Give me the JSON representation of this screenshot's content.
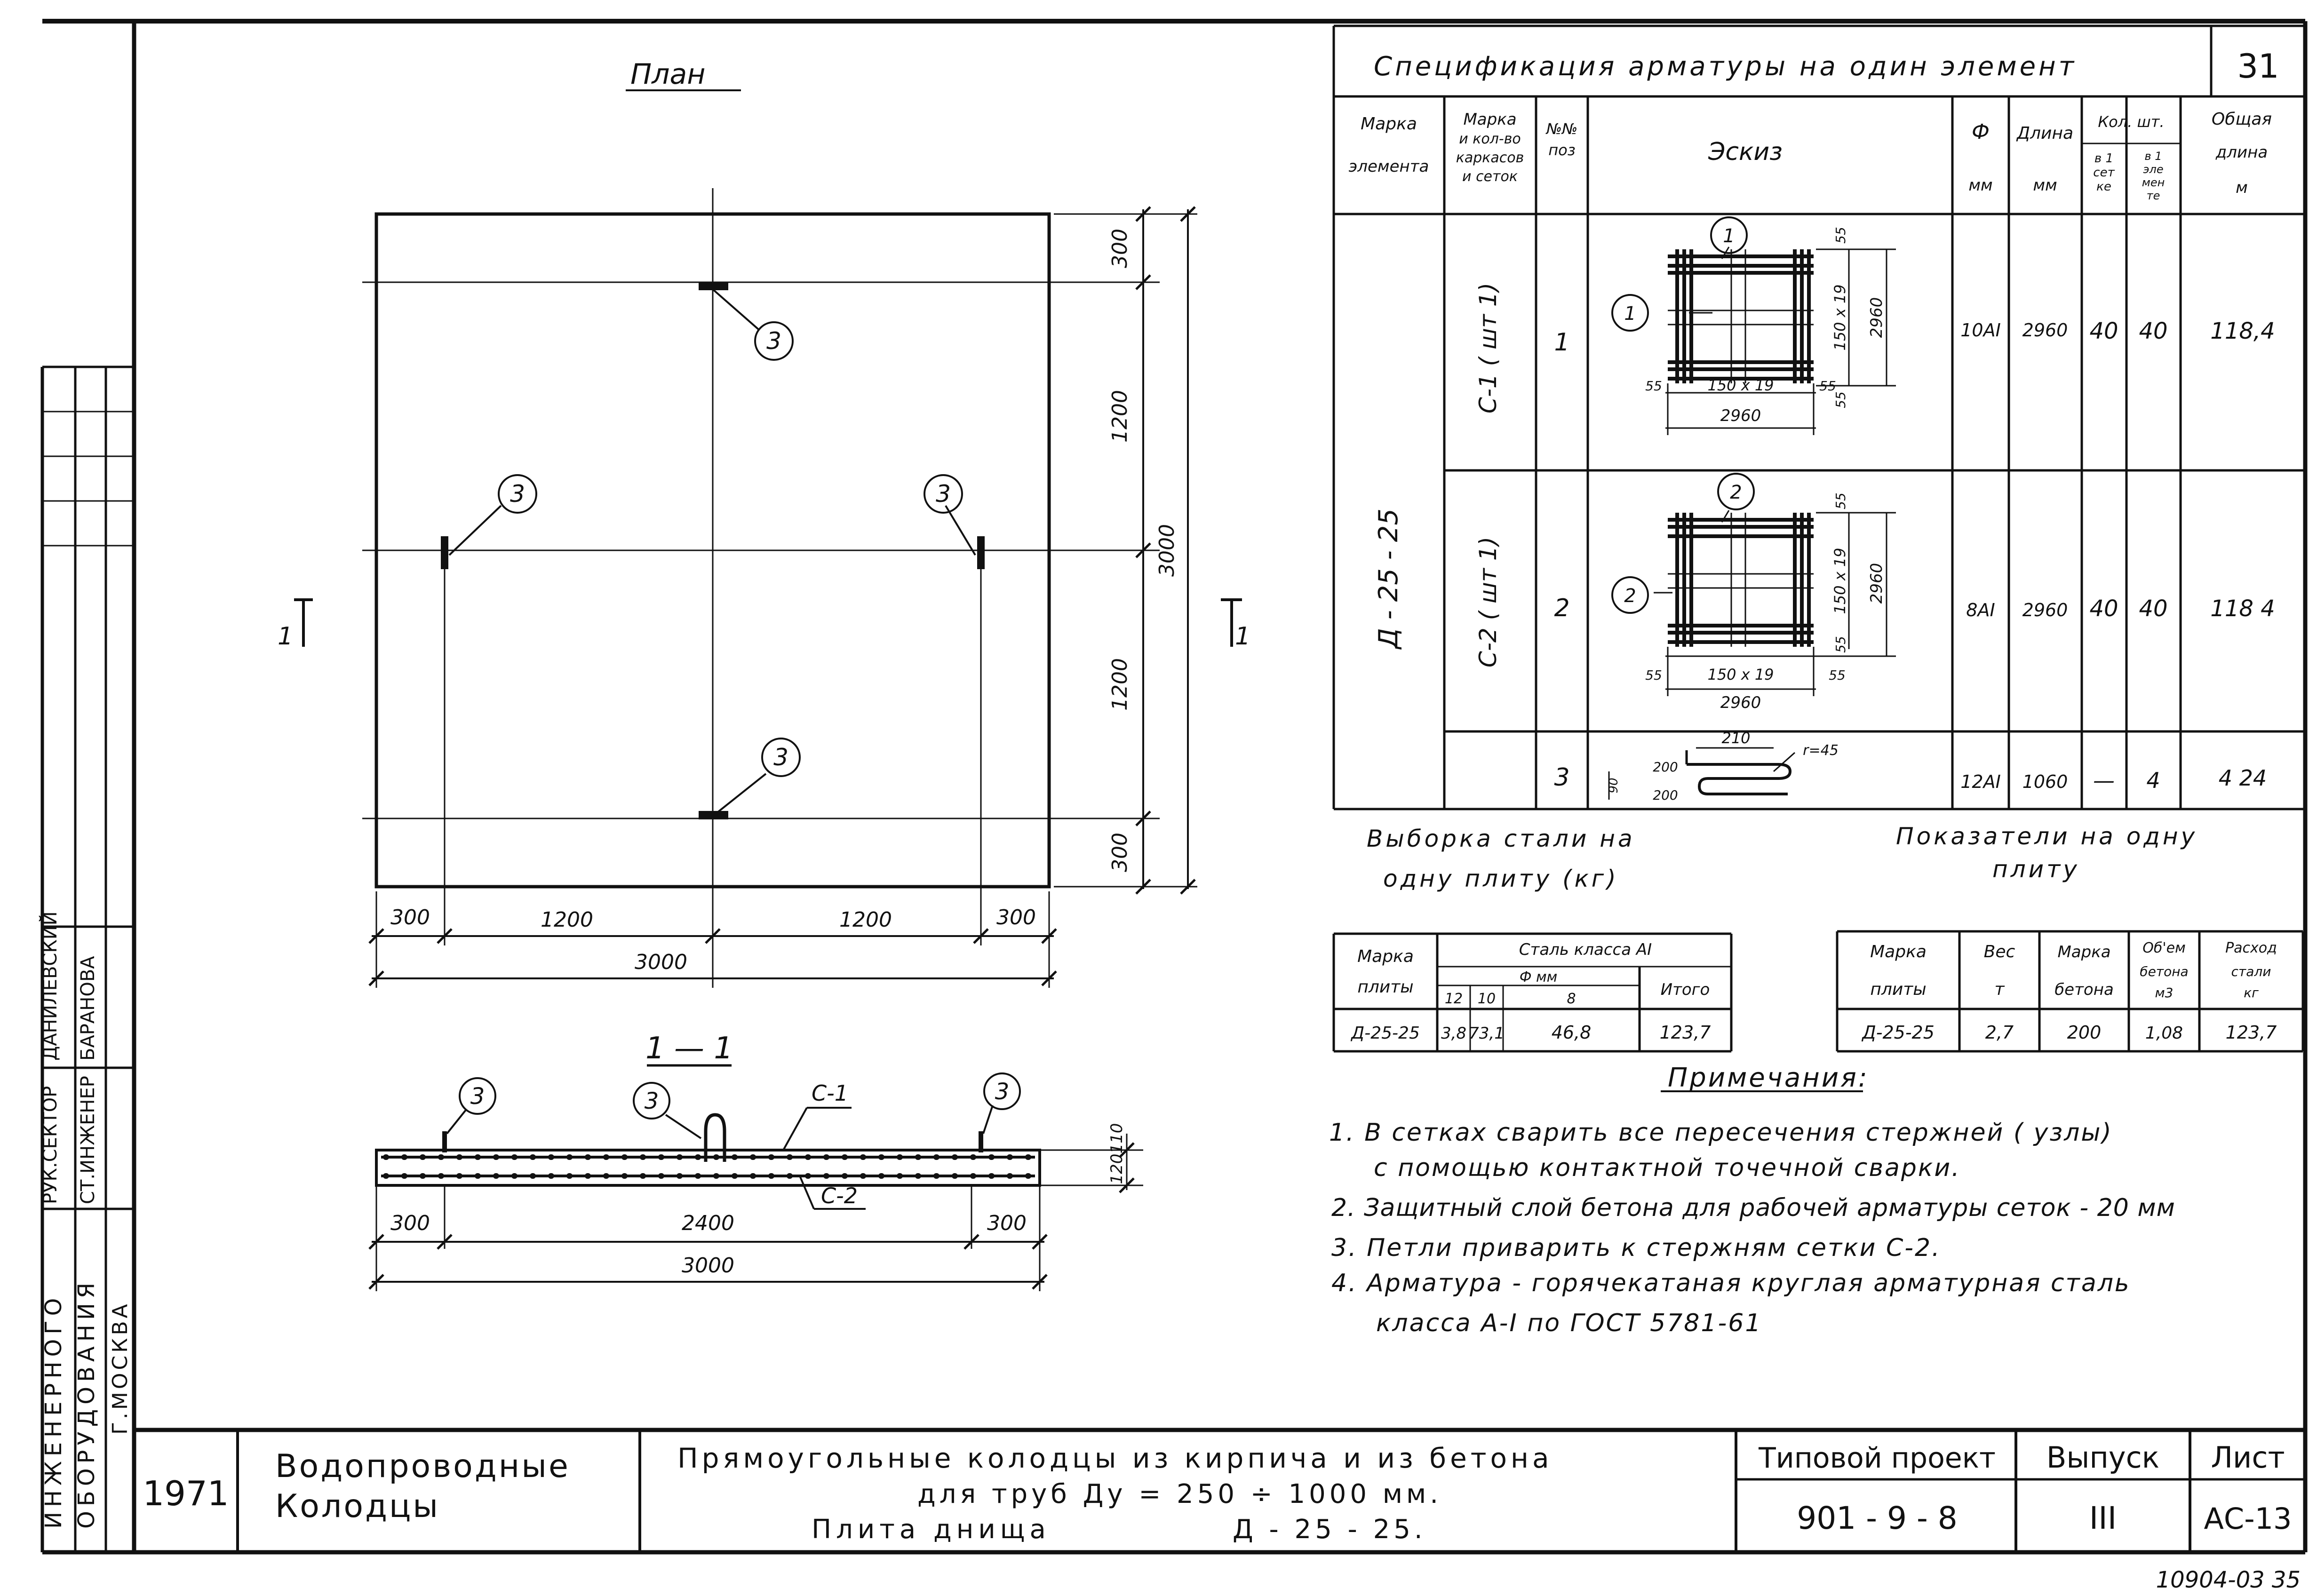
{
  "sheet_number": "31",
  "plan": {
    "title": "План",
    "dims_right": [
      "300",
      "1200",
      "1200",
      "300"
    ],
    "dim_total_right": "3000",
    "dims_bottom": [
      "300",
      "1200",
      "1200",
      "300"
    ],
    "dim_total_bottom": "3000",
    "callout": "3",
    "section_mark": "1"
  },
  "section": {
    "title": "1 — 1",
    "label_c1": "С-1",
    "label_c2": "С-2",
    "dim_top": "110",
    "dim_bottom": "120",
    "dims_bottom": [
      "300",
      "2400",
      "300"
    ],
    "dim_total": "3000",
    "callout": "3"
  },
  "spec": {
    "title": "Спецификация арматуры на один элемент",
    "headers": {
      "mark_element": [
        "Марка",
        "элемента"
      ],
      "mark_frames": [
        "Марка",
        "и кол-во",
        "каркасов",
        "и сеток"
      ],
      "pos": [
        "№№",
        "поз"
      ],
      "sketch": "Эскиз",
      "diam": [
        "Ф",
        "мм"
      ],
      "length": [
        "Длина",
        "мм"
      ],
      "qty": "Кол. шт.",
      "qty_mesh": [
        "в 1",
        "сет",
        "ке"
      ],
      "qty_elem": [
        "в 1",
        "эле",
        "мен",
        "те"
      ],
      "total": [
        "Общая",
        "длина",
        "м"
      ]
    },
    "element_mark": "Д - 25 - 25",
    "rows": [
      {
        "frame": "С-1 ( шт 1)",
        "pos": "1",
        "diam": "10АI",
        "length": "2960",
        "qty_mesh": "40",
        "qty_elem": "40",
        "total": "118,4"
      },
      {
        "frame": "С-2 ( шт 1)",
        "pos": "2",
        "diam": "8АI",
        "length": "2960",
        "qty_mesh": "40",
        "qty_elem": "40",
        "total": "118 4"
      },
      {
        "frame": "",
        "pos": "3",
        "diam": "12АI",
        "length": "1060",
        "qty_mesh": "—",
        "qty_elem": "4",
        "total": "4 24"
      }
    ],
    "sketch1": {
      "callout": "1",
      "d1": "150 x 19",
      "d2": "2960",
      "d3": "55",
      "d4": "55",
      "d5": "55",
      "d6": "55"
    },
    "sketch2": {
      "callout": "2",
      "d1": "150 x 19",
      "d2": "2960",
      "d3": "55",
      "d4": "55",
      "d5": "55",
      "d6": "55"
    },
    "sketch3": {
      "a": "210",
      "b": "200",
      "c": "200",
      "d": "90",
      "r": "r=45"
    }
  },
  "steel": {
    "title": [
      "Выборка стали на",
      "одну плиту (кг)"
    ],
    "h_mark": [
      "Марка",
      "плиты"
    ],
    "h_class": "Сталь класса АI",
    "h_phi": "Ф мм",
    "h_12": "12",
    "h_10": "10",
    "h_8": "8",
    "h_total": "Итого",
    "row": {
      "mark": "Д-25-25",
      "c12": "3,8",
      "c10": "73,1",
      "c8": "46,8",
      "total": "123,7"
    }
  },
  "indices": {
    "title": [
      "Показатели на одну",
      "плиту"
    ],
    "h_mark": [
      "Марка",
      "плиты"
    ],
    "h_weight": [
      "Вес",
      "т"
    ],
    "h_concrete": [
      "Марка",
      "бетона"
    ],
    "h_volume": [
      "Об'ем",
      "бетона",
      "м3"
    ],
    "h_steel": [
      "Расход",
      "стали",
      "кг"
    ],
    "row": {
      "mark": "Д-25-25",
      "weight": "2,7",
      "concrete": "200",
      "volume": "1,08",
      "steel": "123,7"
    }
  },
  "notes": {
    "title": "Примечания:",
    "lines": [
      "1. В сетках сварить все пересечения стержней ( узлы)",
      "с помощью контактной точечной сварки.",
      "2. Защитный слой бетона для рабочей арматуры сеток - 20 мм",
      "3. Петли приварить к стержням сетки С-2.",
      "4. Арматура - горячекатаная круглая арматурная сталь",
      "класса А-I по ГОСТ 5781-61"
    ]
  },
  "side_stamp": {
    "rows": [
      {
        "role": "РУК.СЕКТОР",
        "name": "ДАНИЛЕВСКИЙ"
      },
      {
        "role": "СТ.ИНЖЕНЕР",
        "name": "БАРАНОВА"
      }
    ],
    "org": [
      "ИНЖЕНЕРНОГО",
      "ОБОРУДОВАНИЯ",
      "Г.МОСКВА"
    ]
  },
  "title_block": {
    "year": "1971",
    "subject": [
      "Водопроводные",
      "Колодцы"
    ],
    "description": [
      "Прямоугольные колодцы из кирпича и из бетона",
      "для труб Ду = 250 ÷ 1000 мм.",
      "Плита днища",
      "Д - 25 - 25."
    ],
    "project_label": "Типовой проект",
    "project_number": "901 - 9 - 8",
    "issue_label": "Выпуск",
    "issue_number": "III",
    "sheet_label": "Лист",
    "sheet_code": "АС-13"
  },
  "archive_number": "10904-03 35"
}
